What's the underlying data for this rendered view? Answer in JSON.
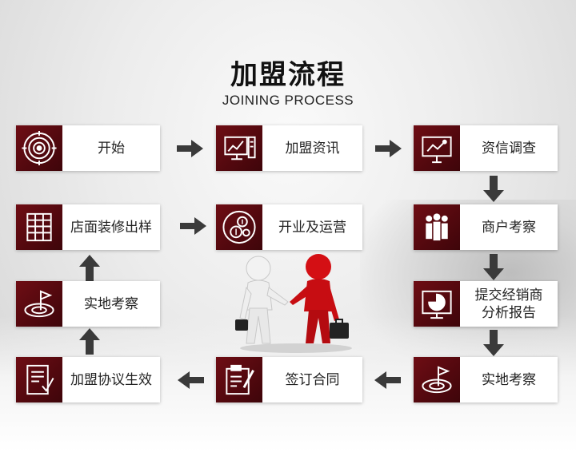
{
  "title": "加盟流程",
  "subtitle": "JOINING PROCESS",
  "steps": [
    {
      "label": "开始",
      "icon": "target-icon"
    },
    {
      "label": "加盟资讯",
      "icon": "computer-chart-icon"
    },
    {
      "label": "资信调查",
      "icon": "presentation-board-icon"
    },
    {
      "label": "商户考察",
      "icon": "people-group-icon"
    },
    {
      "label": "开业及运营",
      "icon": "coins-icon"
    },
    {
      "label": "店面装修出样",
      "icon": "grid-plan-icon"
    },
    {
      "label": "提交经销商\n分析报告",
      "icon": "report-chart-icon"
    },
    {
      "label": "实地考察",
      "icon": "map-flag-icon"
    },
    {
      "label": "签订合同",
      "icon": "contract-sign-icon"
    },
    {
      "label": "实地考察",
      "icon": "map-flag-icon"
    },
    {
      "label": "加盟协议生效",
      "icon": "document-check-icon"
    }
  ]
}
